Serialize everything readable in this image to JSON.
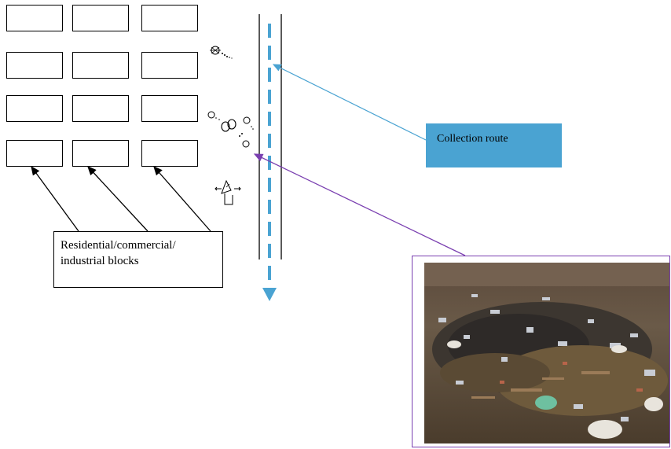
{
  "labels": {
    "blocks": "Residential/commercial/ industrial blocks",
    "route": "Collection route"
  },
  "colors": {
    "route": "#4aa3d2",
    "route_text_box": "#4aa3d2",
    "photo_pointer": "#7a3fb0",
    "road_edges": "#000000"
  },
  "icons": [
    "bin-icon",
    "waste-scatter-icon",
    "tipper-cart-icon"
  ],
  "photo": {
    "subject": "waste-dump-photo"
  }
}
